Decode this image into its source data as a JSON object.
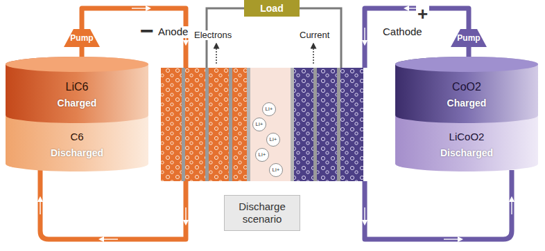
{
  "diagram": {
    "nodes": [
      {
        "text": [
          "Load"
        ]
      },
      {
        "text": [
          "Pump"
        ]
      },
      {
        "text": [
          "LiC6",
          "Charged"
        ]
      },
      {
        "text": [
          "C6",
          "Discharged"
        ]
      },
      {
        "text": [
          "Li+"
        ]
      },
      {
        "text": [
          "Li+"
        ]
      },
      {
        "text": [
          "Li+"
        ]
      },
      {
        "text": [
          "Li+"
        ]
      },
      {
        "text": [
          "Li+"
        ]
      },
      {
        "text": [
          "Pump"
        ]
      },
      {
        "text": [
          "CoO2",
          "Charged"
        ]
      },
      {
        "text": [
          "LiCoO2",
          "Discharged"
        ]
      },
      {
        "text": [
          "Discharge scenario"
        ]
      }
    ],
    "labels": [
      "−",
      "Anode",
      "Electrons",
      "Current",
      "Cathode",
      "+"
    ]
  }
}
